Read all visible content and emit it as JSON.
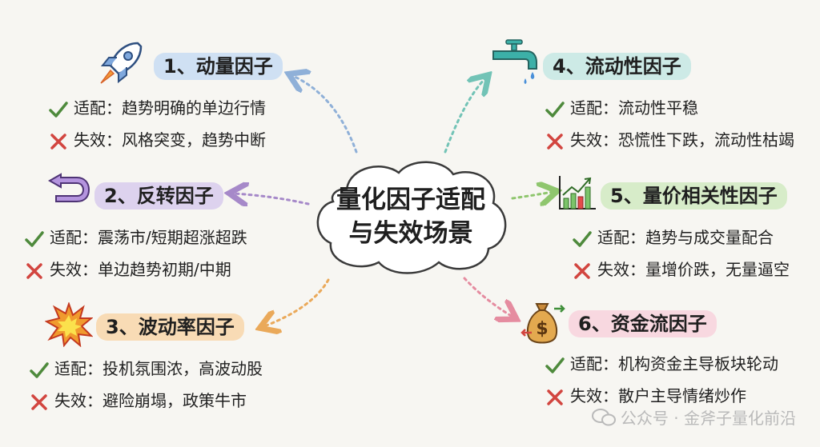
{
  "center": {
    "line1": "量化因子适配",
    "line2": "与失效场景"
  },
  "factors": [
    {
      "title": "1、动量因子",
      "fit": "适配：趋势明确的单边行情",
      "fail": "失效：风格突变，趋势中断",
      "icon": "rocket-icon",
      "color": "#cfe0f3"
    },
    {
      "title": "2、反转因子",
      "fit": "适配：震荡市/短期超涨超跌",
      "fail": "失效：单边趋势初期/中期",
      "icon": "u-turn-arrow-icon",
      "color": "#ddd2ee"
    },
    {
      "title": "3、波动率因子",
      "fit": "适配：投机氛围浓，高波动股",
      "fail": "失效：避险崩塌，政策牛市",
      "icon": "explosion-icon",
      "color": "#f8dbb5"
    },
    {
      "title": "4、流动性因子",
      "fit": "适配：流动性平稳",
      "fail": "失效：恐慌性下跌，流动性枯竭",
      "icon": "faucet-icon",
      "color": "#cdeae6"
    },
    {
      "title": "5、量价相关性因子",
      "fit": "适配：趋势与成交量配合",
      "fail": "失效：量增价跌，无量逼空",
      "icon": "bar-chart-icon",
      "color": "#d7ecc9"
    },
    {
      "title": "6、资金流因子",
      "fit": "适配：机构资金主导板块轮动",
      "fail": "失效：散户主导情绪炒作",
      "icon": "money-bag-icon",
      "color": "#f8d8e0"
    }
  ],
  "watermark": "公众号 · 金斧子量化前沿",
  "colors": {
    "check": "#4e8a3c",
    "cross": "#d2453f"
  }
}
